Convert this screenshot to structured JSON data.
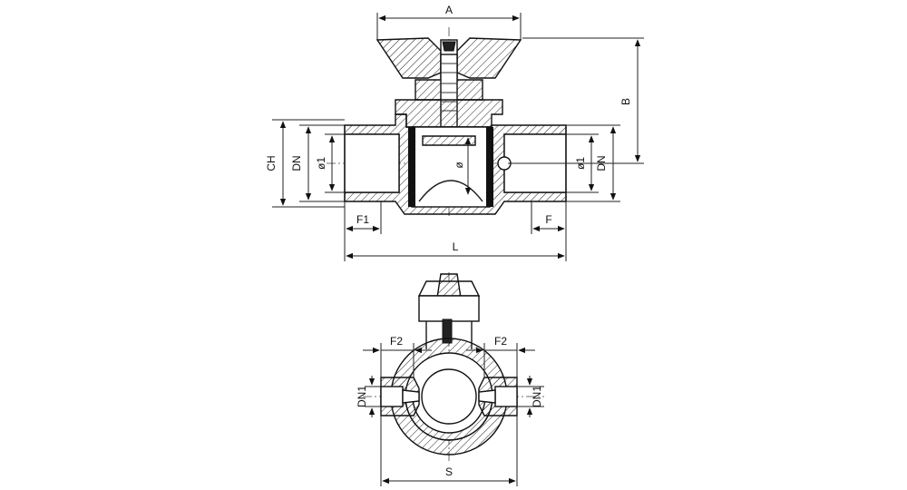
{
  "labels": {
    "a": "A",
    "b": "B",
    "ch": "CH",
    "dn_left": "DN",
    "phi1_left": "ø1",
    "phi_center": "ø",
    "phi1_right": "ø1",
    "dn_right": "DN",
    "f1": "F1",
    "f": "F",
    "l": "L",
    "f2_left": "F2",
    "f2_right": "F2",
    "dn1_left": "DN1",
    "dn1_right": "DN1",
    "s": "S"
  },
  "colors": {
    "line": "#111111",
    "background": "#ffffff"
  }
}
